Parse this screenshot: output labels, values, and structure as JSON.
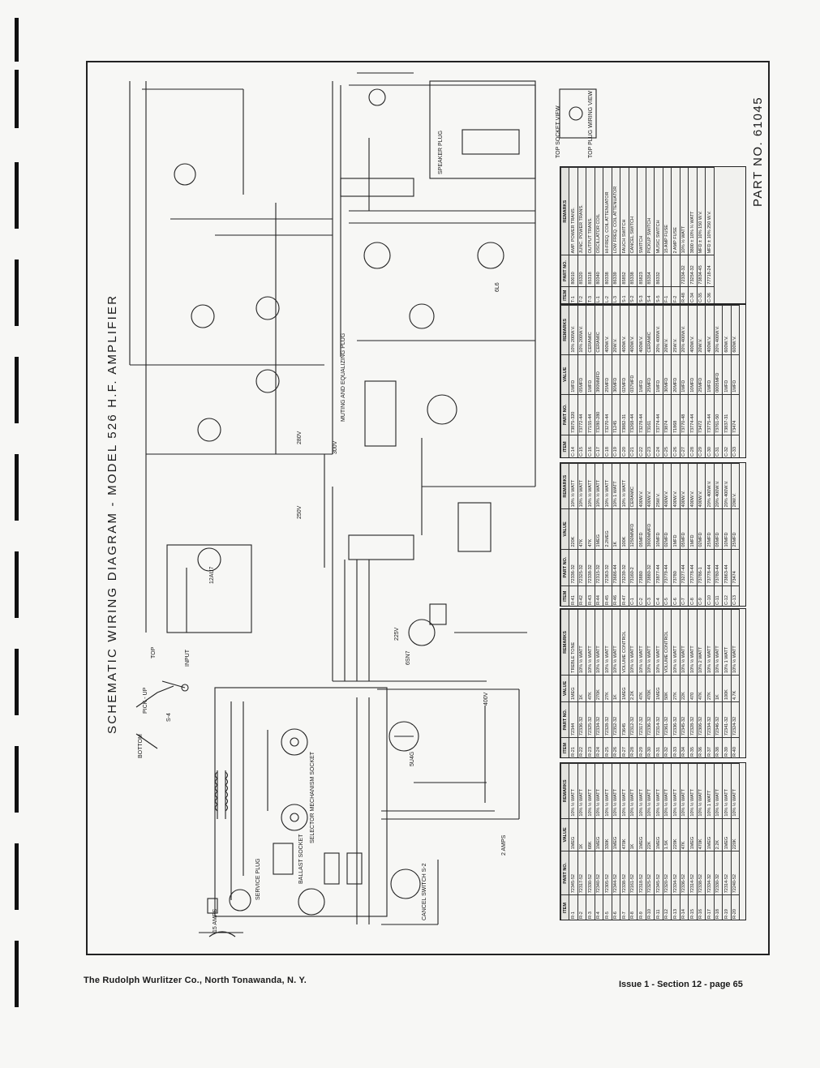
{
  "document": {
    "title": "SCHEMATIC  WIRING  DIAGRAM - MODEL  526 H.F. AMPLIFIER",
    "part_number": "PART NO. 61045",
    "footer_left": "The Rudolph Wurlitzer Co., North Tonawanda,  N. Y.",
    "footer_right": "Issue 1  -  Section 12  -  page 65"
  },
  "labels": {
    "pickup": "PICK - UP",
    "top": "TOP",
    "bottom": "BOTTOM",
    "s4": "S-4",
    "input": "INPUT",
    "tube_12au7": "12AU7",
    "tube_5u4g": "5U4G",
    "tube_6l6": "6L6",
    "tube_6sn7": "6SN7",
    "selector_socket": "SELECTOR MECHANISM SOCKET",
    "service_plug": "SERVICE PLUG",
    "ballast_socket": "BALLAST SOCKET",
    "cancel_switch": "CANCEL SWITCH S-2",
    "fuse_15": "15 AMPS",
    "fuse_2": "2 AMPS",
    "muting_plug": "MUTING AND EQUALIZING PLUG",
    "speaker_plug": "SPEAKER PLUG",
    "top_socket": "TOP SOCKET VIEW",
    "top_plug": "TOP PLUG WIRING VIEW",
    "b300v": "300V",
    "b280v": "280V",
    "b250v": "250V",
    "b400v": "400V",
    "v225": "225V"
  },
  "tables": [
    {
      "headers": [
        "ITEM",
        "PART NO.",
        "VALUE",
        "REMARKS"
      ],
      "rows": [
        [
          "R-1",
          "72345-52",
          "1MEG",
          "10%  ½ WATT"
        ],
        [
          "R-2",
          "72317-52",
          "1K",
          "10%  ½ WATT"
        ],
        [
          "R-3",
          "72330-52",
          "68K",
          "10%  ½ WATT"
        ],
        [
          "R-4",
          "72340-52",
          "1MEG",
          "10%  ½ WATT"
        ],
        [
          "R-5",
          "72305-52",
          "330K",
          "10%  ½ WATT"
        ],
        [
          "R-6",
          "72344-52",
          "1MEG",
          "10%  ½ WATT"
        ],
        [
          "R-7",
          "72338-52",
          "470K",
          "10%  ½ WATT"
        ],
        [
          "R-8",
          "72161-52",
          "1K",
          "10%  ½ WATT"
        ],
        [
          "R-9",
          "72318-52",
          "1MEG",
          "10%  ½ WATT"
        ],
        [
          "R-10",
          "72325-52",
          "22K",
          "10%  ½ WATT"
        ],
        [
          "R-11",
          "72345-52",
          "1MEG",
          "10%  ½ WATT"
        ],
        [
          "R-12",
          "72320-52",
          "1.5K",
          "10%  ½ WATT"
        ],
        [
          "R-13",
          "72334-52",
          "220K",
          "10%  ½ WATT"
        ],
        [
          "R-14",
          "72336-52",
          "47K",
          "10%  ½ WATT"
        ],
        [
          "R-15",
          "72314-52",
          "1MEG",
          "10%  ½ WATT"
        ],
        [
          "R-16",
          "72338-52",
          "470K",
          "10%  ½ WATT"
        ],
        [
          "R-17",
          "72334-32",
          "1MEG",
          "10%  1 WATT"
        ],
        [
          "R-18",
          "72330-32",
          "2.2K",
          "10%  ½ WATT"
        ],
        [
          "R-19",
          "72314-52",
          "1MEG",
          "10%  ½ WATT"
        ],
        [
          "R-20",
          "72240-52",
          "220K",
          "10%  ½ WATT"
        ]
      ]
    },
    {
      "headers": [
        "ITEM",
        "PART NO.",
        "VALUE",
        "REMARKS"
      ],
      "rows": [
        [
          "R-21",
          "72344",
          "1MEG",
          "TREBLE TONE"
        ],
        [
          "R-22",
          "72336-32",
          "1K",
          "10%  ½ WATT"
        ],
        [
          "R-23",
          "72325-32",
          "47K",
          "10%  ½ WATT"
        ],
        [
          "R-24",
          "72334-32",
          "270K",
          "10%  ½ WATT"
        ],
        [
          "R-25",
          "72328-32",
          "27K",
          "10%  ½ WATT"
        ],
        [
          "R-26",
          "72352-32",
          "1K",
          "10%  ½ WATT"
        ],
        [
          "R-27",
          "73645",
          "1MEG",
          "VOLUME CONTROL"
        ],
        [
          "R-28",
          "72312-32",
          "2.2K",
          "10%  ½ WATT"
        ],
        [
          "R-29",
          "72317-32",
          "47K",
          "10%  ½ WATT"
        ],
        [
          "R-30",
          "72336-32",
          "470K",
          "10%  ½ WATT"
        ],
        [
          "R-31",
          "72314-32",
          "1MEG",
          "10%  ½ WATT"
        ],
        [
          "R-32",
          "72361-32",
          "50K",
          "VOLUME CONTROL"
        ],
        [
          "R-33",
          "72336-32",
          "27K",
          "10%  ½ WATT"
        ],
        [
          "R-34",
          "72345-32",
          "22K",
          "10%  ½ WATT"
        ],
        [
          "R-35",
          "72328-32",
          "470",
          "10%  ½ WATT"
        ],
        [
          "R-36",
          "72306-32",
          "47K",
          "10%  2 WATT"
        ],
        [
          "R-37",
          "72334-32",
          "27K",
          "10%  ½ WATT"
        ],
        [
          "R-38",
          "72346-32",
          "1K",
          "10%  ½ WATT"
        ],
        [
          "R-39",
          "72341-32",
          "100K",
          "10%  1 WATT"
        ],
        [
          "R-40",
          "72324-32",
          "4.7K",
          "10%  ½ WATT"
        ]
      ]
    },
    {
      "headers": [
        "ITEM",
        "PART NO.",
        "VALUE",
        "REMARKS"
      ],
      "rows": [
        [
          "R-41",
          "72336-32",
          "220K",
          "10%  ½ WATT"
        ],
        [
          "R-42",
          "72325-32",
          "47K",
          "10%  ½ WATT"
        ],
        [
          "R-43",
          "72338-32",
          "47K",
          "10%  ½ WATT"
        ],
        [
          "R-44",
          "72315-32",
          "1MEG",
          "10%  ½ WATT"
        ],
        [
          "R-45",
          "72363-32",
          "2.2MEG",
          "10%  ½ WATT"
        ],
        [
          "R-46",
          "73686-44",
          "1K",
          "10%  1 WATT"
        ],
        [
          "R-47",
          "73239-32",
          "100K",
          "10%  ½ WATT"
        ],
        [
          "C-1",
          "73160-2",
          "1250MMFD",
          "CERAMIC"
        ],
        [
          "C-2",
          "73880",
          "05MFD",
          "400W.V."
        ],
        [
          "C-3",
          "73880-32",
          "3900MMFD",
          "400W.V."
        ],
        [
          "C-4",
          "73877-44",
          "10MFD",
          "25W.V."
        ],
        [
          "C-5",
          "73779-44",
          "02MFD",
          "400W.V."
        ],
        [
          "C-6",
          "73780",
          "1MFD",
          "400W.V."
        ],
        [
          "C-7",
          "73277-44",
          "05MFD",
          "400W.V."
        ],
        [
          "C-8",
          "73778-44",
          "1MFD",
          "400W.V."
        ],
        [
          "C-9",
          "73786-1",
          "02MFD",
          "400W.V."
        ],
        [
          "C-10",
          "73778-44",
          "25MFD",
          "20% 400W.V."
        ],
        [
          "C-11",
          "73780-44",
          "05MFD",
          "20% 400W.V."
        ],
        [
          "C-12",
          "73863-44",
          "10MFD",
          "20% 400W.V."
        ],
        [
          "C-13",
          "73474",
          "25MFD",
          "20W.V."
        ]
      ]
    },
    {
      "headers": [
        "ITEM",
        "PART NO.",
        "VALUE",
        "REMARKS"
      ],
      "rows": [
        [
          "C-14",
          "73875-320",
          "1MFD",
          "10% 200W.V."
        ],
        [
          "C-15",
          "73772-44",
          "05MFD",
          "10% 200W.V."
        ],
        [
          "C-16",
          "77155-44",
          "1MFD",
          "CERAMIC"
        ],
        [
          "C-17",
          "73280-280",
          "390MMFD",
          "CERAMIC"
        ],
        [
          "C-18",
          "73270-44",
          "25MFD",
          "400W.V."
        ],
        [
          "C-19",
          "71245",
          "30MFD",
          "20W.V."
        ],
        [
          "C-20",
          "73882-31",
          "02MFD",
          "400W.V."
        ],
        [
          "C-21",
          "73268-44",
          "037MFD",
          "400W.V."
        ],
        [
          "C-22",
          "73278-44",
          "1MFD",
          "400W.V."
        ],
        [
          "C-23",
          "73161",
          "25MFD",
          "CERAMIC"
        ],
        [
          "C-24",
          "73774-44",
          "1MFD",
          "20% 400W.V."
        ],
        [
          "C-25",
          "73874",
          "30MFD",
          "20W.V."
        ],
        [
          "C-26",
          "71868",
          "20MFD",
          "25W.V."
        ],
        [
          "C-27",
          "73770-48",
          "1MFD",
          "20% 400W.V."
        ],
        [
          "C-28",
          "73774-44",
          "10MFD",
          "400W.V."
        ],
        [
          "C-29",
          "73472",
          "25MFD",
          "20W.V."
        ],
        [
          "C-30",
          "73775-44",
          "1MFD",
          "400W.V."
        ],
        [
          "C-31",
          "73761-50",
          "0005MFD",
          "20% 400W.V."
        ],
        [
          "C-32",
          "73837-31",
          "1MFD",
          "600W.V."
        ],
        [
          "C-33",
          "73474",
          "1MFD",
          "600W.V."
        ]
      ]
    },
    {
      "headers": [
        "ITEM",
        "PART NO.",
        "REMARKS"
      ],
      "rows": [
        [
          "T-1",
          "80010",
          "AMP. POWER TRANS."
        ],
        [
          "T-2",
          "85320",
          "JUNC. POWER TRANS."
        ],
        [
          "T-3",
          "85318",
          "OUTPUT TRANS."
        ],
        [
          "L-1",
          "80340",
          "OSCILLATOR COIL"
        ],
        [
          "L-2",
          "80338",
          "HI-FREQ. COIL ATTENUATOR"
        ],
        [
          "L-3",
          "86339",
          "LOW FREQ. COIL ATTENUATOR"
        ],
        [
          "S-1",
          "85852",
          "FAUCH SWITCH"
        ],
        [
          "S-2",
          "85338",
          "CANCEL SWITCH"
        ],
        [
          "S-3",
          "85823",
          "SWITCH"
        ],
        [
          "S-4",
          "85354",
          "PICKUP SWITCH"
        ],
        [
          "S-5",
          "86332",
          "MUSIC SWITCH"
        ],
        [
          "F-1",
          "",
          "15 AMP FUSE"
        ],
        [
          "F-2",
          "",
          "2 AMP FUSE"
        ],
        [
          "R-48",
          "72334-32",
          "10%  ½ WATT"
        ],
        [
          "C-34",
          "73254-32",
          "3800 ± 10%  ¼ WATT"
        ],
        [
          "C-35",
          "73834-45",
          "MFD ± 10% 150 W.V."
        ],
        [
          "C-36",
          "77718-24",
          "MFD ± 10% 250 W.V."
        ]
      ]
    }
  ]
}
